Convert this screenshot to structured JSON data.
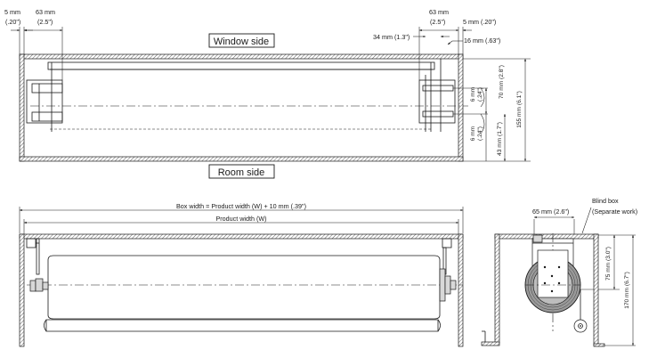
{
  "top_view": {
    "window_side": "Window side",
    "room_side": "Room side",
    "left_gap_mm": "5 mm",
    "left_gap_in": "(.20\")",
    "left_bracket_mm": "63 mm",
    "left_bracket_in": "(2.5\")",
    "right_bracket_mm": "63 mm",
    "right_bracket_in": "(2.5\")",
    "right_gap": "5 mm (.20\")",
    "dim_34": "34 mm (1.3\")",
    "dim_16": "16 mm (.63\")",
    "dim_6_top": "6 mm",
    "dim_6_top_in": "(.24\")",
    "dim_70": "70 mm (2.8\")",
    "dim_155": "155 mm (6.1\")",
    "dim_6_bottom": "6 mm",
    "dim_6_bottom_in": "(.24\")",
    "dim_43": "43 mm (1.7\")"
  },
  "front_view": {
    "box_width": "Box width = Product width (W) + 10 mm (.39\")",
    "product_width": "Product width (W)"
  },
  "side_view": {
    "blind_box": "Blind box",
    "separate_work": "(Separate work)",
    "dim_65": "65 mm (2.6\")",
    "dim_75": "75 mm (3.0\")",
    "dim_170": "170 mm (6.7\")"
  }
}
